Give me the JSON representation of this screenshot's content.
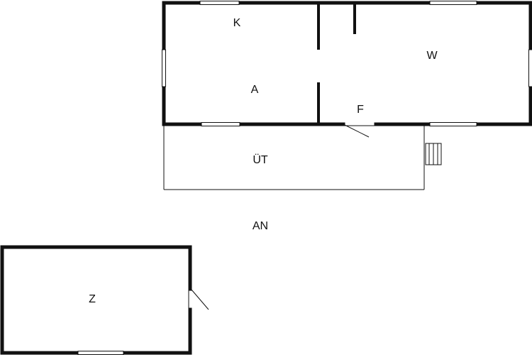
{
  "rooms": {
    "k": "K",
    "a": "A",
    "w": "W",
    "f": "F",
    "ut": "ÜT",
    "an": "AN",
    "z": "Z"
  },
  "colors": {
    "wall": "#111111",
    "background": "#ffffff"
  }
}
